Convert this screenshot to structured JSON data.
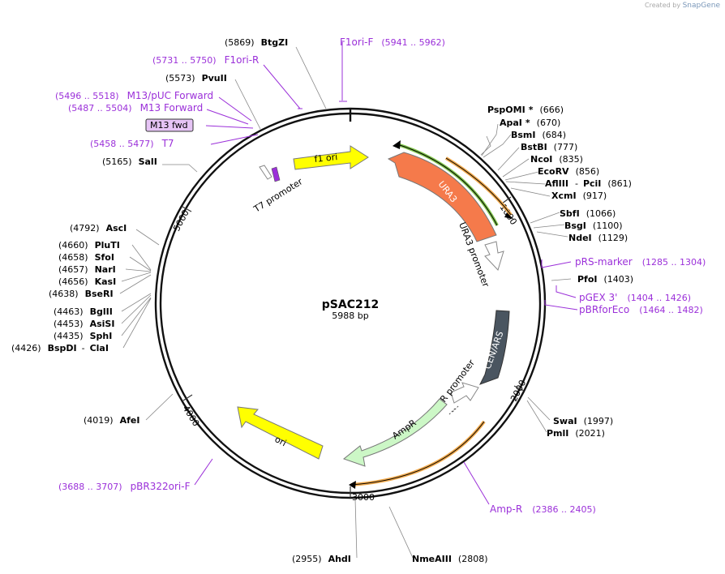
{
  "credit": {
    "prefix": "Created by",
    "brand": "SnapGene"
  },
  "plasmid": {
    "name": "pSAC212",
    "length_label": "5988 bp",
    "length": 5988
  },
  "ticks": [
    {
      "pos": 1000,
      "label": "1000"
    },
    {
      "pos": 2000,
      "label": "2000"
    },
    {
      "pos": 3000,
      "label": "3000"
    },
    {
      "pos": 4000,
      "label": "4000"
    },
    {
      "pos": 5000,
      "label": "5000"
    }
  ],
  "sites": [
    {
      "id": "btgzi",
      "name": "BtgZI",
      "pos": "(5869)",
      "side": "left"
    },
    {
      "id": "pvuii",
      "name": "PvuII",
      "pos": "(5573)",
      "side": "left"
    },
    {
      "id": "sali",
      "name": "SalI",
      "pos": "(5165)",
      "side": "left"
    },
    {
      "id": "asci",
      "name": "AscI",
      "pos": "(4792)",
      "side": "left"
    },
    {
      "id": "pluti",
      "name": "PluTI",
      "pos": "(4660)",
      "side": "left"
    },
    {
      "id": "sfoi",
      "name": "SfoI",
      "pos": "(4658)",
      "side": "left"
    },
    {
      "id": "nari",
      "name": "NarI",
      "pos": "(4657)",
      "side": "left"
    },
    {
      "id": "kasi",
      "name": "KasI",
      "pos": "(4656)",
      "side": "left"
    },
    {
      "id": "bseri",
      "name": "BseRI",
      "pos": "(4638)",
      "side": "left"
    },
    {
      "id": "bglii",
      "name": "BglII",
      "pos": "(4463)",
      "side": "left"
    },
    {
      "id": "assi",
      "name": "AsiSI",
      "pos": "(4453)",
      "side": "left"
    },
    {
      "id": "sphi",
      "name": "SphI",
      "pos": "(4435)",
      "side": "left"
    },
    {
      "id": "bspdi",
      "name": "BspDI",
      "name2": "ClaI",
      "pos": "(4426)",
      "side": "left"
    },
    {
      "id": "afei",
      "name": "AfeI",
      "pos": "(4019)",
      "side": "left"
    },
    {
      "id": "ahdi",
      "name": "AhdI",
      "pos": "(2955)",
      "side": "left"
    },
    {
      "id": "pspomi",
      "name": "PspOMI",
      "star": "*",
      "pos": "(666)",
      "side": "right"
    },
    {
      "id": "apai",
      "name": "ApaI",
      "star": "*",
      "pos": "(670)",
      "side": "right"
    },
    {
      "id": "bsmi",
      "name": "BsmI",
      "pos": "(684)",
      "side": "right"
    },
    {
      "id": "bstbi",
      "name": "BstBI",
      "pos": "(777)",
      "side": "right"
    },
    {
      "id": "ncoi",
      "name": "NcoI",
      "pos": "(835)",
      "side": "right"
    },
    {
      "id": "ecorv",
      "name": "EcoRV",
      "pos": "(856)",
      "side": "right"
    },
    {
      "id": "afliii",
      "name": "AflIII",
      "name2": "PciI",
      "pos": "(861)",
      "side": "right"
    },
    {
      "id": "xcmi",
      "name": "XcmI",
      "pos": "(917)",
      "side": "right"
    },
    {
      "id": "sbfi",
      "name": "SbfI",
      "pos": "(1066)",
      "side": "right"
    },
    {
      "id": "bsgi",
      "name": "BsgI",
      "pos": "(1100)",
      "side": "right"
    },
    {
      "id": "ndei",
      "name": "NdeI",
      "pos": "(1129)",
      "side": "right"
    },
    {
      "id": "pfoi",
      "name": "PfoI",
      "pos": "(1403)",
      "side": "right"
    },
    {
      "id": "swai",
      "name": "SwaI",
      "pos": "(1997)",
      "side": "right"
    },
    {
      "id": "pmli",
      "name": "PmlI",
      "pos": "(2021)",
      "side": "right"
    },
    {
      "id": "nmeaiii",
      "name": "NmeAIII",
      "pos": "(2808)",
      "side": "right"
    }
  ],
  "primers": [
    {
      "id": "f1ori-f",
      "name": "F1ori-F",
      "range": "(5941 .. 5962)"
    },
    {
      "id": "f1ori-r",
      "name": "F1ori-R",
      "range": "(5731 .. 5750)"
    },
    {
      "id": "m13puc",
      "name": "M13/pUC Forward",
      "range": "(5496 .. 5518)"
    },
    {
      "id": "m13fwd",
      "name": "M13 Forward",
      "range": "(5487 .. 5504)"
    },
    {
      "id": "t7",
      "name": "T7",
      "range": "(5458 .. 5477)"
    },
    {
      "id": "prs",
      "name": "pRS-marker",
      "range": "(1285 .. 1304)"
    },
    {
      "id": "pgex",
      "name": "pGEX 3'",
      "range": "(1404 .. 1426)"
    },
    {
      "id": "pbrforeco",
      "name": "pBRforEco",
      "range": "(1464 .. 1482)"
    },
    {
      "id": "ampr-primer",
      "name": "Amp-R",
      "range": "(2386 .. 2405)"
    },
    {
      "id": "pbr322",
      "name": "pBR322ori-F",
      "range": "(3688 .. 3707)"
    }
  ],
  "boxed_label": "M13 fwd",
  "features": {
    "f1ori": "f1 ori",
    "ura3": "URA3",
    "ura3_promoter": "URA3 promoter",
    "cenars": "CEN/ARS",
    "ampr_promoter": "AmpR promoter",
    "ampr": "AmpR",
    "ori": "ori",
    "t7_promoter": "T7 promoter"
  },
  "colors": {
    "site_text": "#000000",
    "primer_text": "#9b30d9",
    "f1ori": "#ffff00",
    "ura3": "#f57a4b",
    "cenars": "#4a5560",
    "ampr": "#ccf7c6",
    "ori": "#ffff00",
    "orange_primer": "#f0a84a",
    "green_primer": "#7fc44a"
  }
}
